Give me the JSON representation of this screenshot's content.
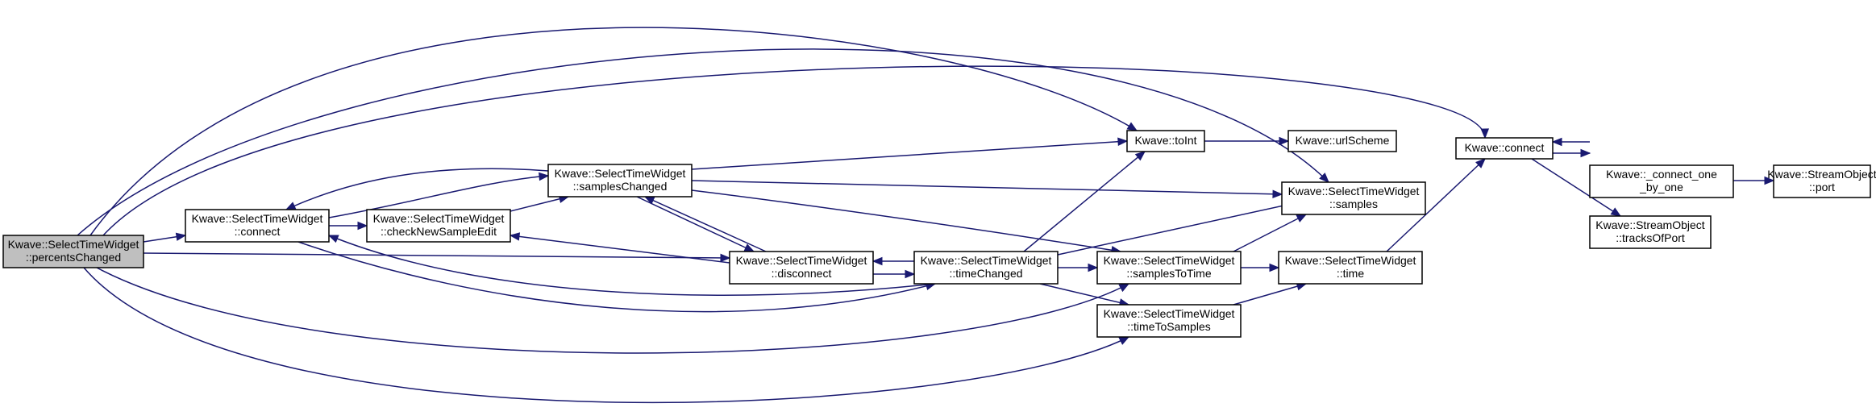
{
  "nodes": {
    "percentsChanged": {
      "lines": [
        "Kwave::SelectTimeWidget",
        "::percentsChanged"
      ],
      "root": true
    },
    "connect_stw": {
      "lines": [
        "Kwave::SelectTimeWidget",
        "::connect"
      ]
    },
    "checkNewSampleEdit": {
      "lines": [
        "Kwave::SelectTimeWidget",
        "::checkNewSampleEdit"
      ]
    },
    "samplesChanged": {
      "lines": [
        "Kwave::SelectTimeWidget",
        "::samplesChanged"
      ]
    },
    "disconnect": {
      "lines": [
        "Kwave::SelectTimeWidget",
        "::disconnect"
      ]
    },
    "timeChanged": {
      "lines": [
        "Kwave::SelectTimeWidget",
        "::timeChanged"
      ]
    },
    "toInt": {
      "lines": [
        "Kwave::toInt"
      ]
    },
    "urlScheme": {
      "lines": [
        "Kwave::urlScheme"
      ]
    },
    "samples": {
      "lines": [
        "Kwave::SelectTimeWidget",
        "::samples"
      ]
    },
    "samplesToTime": {
      "lines": [
        "Kwave::SelectTimeWidget",
        "::samplesToTime"
      ]
    },
    "timeToSamples": {
      "lines": [
        "Kwave::SelectTimeWidget",
        "::timeToSamples"
      ]
    },
    "time": {
      "lines": [
        "Kwave::SelectTimeWidget",
        "::time"
      ]
    },
    "connect_kw": {
      "lines": [
        "Kwave::connect"
      ]
    },
    "connect_one_by_one": {
      "lines": [
        "Kwave::_connect_one",
        "_by_one"
      ]
    },
    "port": {
      "lines": [
        "Kwave::StreamObject",
        "::port"
      ]
    },
    "tracksOfPort": {
      "lines": [
        "Kwave::StreamObject",
        "::tracksOfPort"
      ]
    }
  },
  "edges": [
    [
      "percentsChanged",
      "connect_stw"
    ],
    [
      "percentsChanged",
      "toInt"
    ],
    [
      "percentsChanged",
      "samples"
    ],
    [
      "percentsChanged",
      "connect_kw"
    ],
    [
      "percentsChanged",
      "disconnect"
    ],
    [
      "percentsChanged",
      "samplesToTime"
    ],
    [
      "percentsChanged",
      "timeToSamples"
    ],
    [
      "connect_stw",
      "checkNewSampleEdit"
    ],
    [
      "connect_stw",
      "samplesChanged"
    ],
    [
      "connect_stw",
      "timeChanged"
    ],
    [
      "samplesChanged",
      "connect_stw"
    ],
    [
      "samplesChanged",
      "toInt"
    ],
    [
      "samplesChanged",
      "samples"
    ],
    [
      "samplesChanged",
      "disconnect"
    ],
    [
      "samplesChanged",
      "samplesToTime"
    ],
    [
      "checkNewSampleEdit",
      "samplesChanged"
    ],
    [
      "disconnect",
      "checkNewSampleEdit"
    ],
    [
      "disconnect",
      "samplesChanged"
    ],
    [
      "disconnect",
      "timeChanged"
    ],
    [
      "timeChanged",
      "connect_stw"
    ],
    [
      "timeChanged",
      "disconnect"
    ],
    [
      "timeChanged",
      "toInt"
    ],
    [
      "timeChanged",
      "samples"
    ],
    [
      "timeChanged",
      "samplesToTime"
    ],
    [
      "timeChanged",
      "timeToSamples"
    ],
    [
      "toInt",
      "urlScheme"
    ],
    [
      "samplesToTime",
      "samples"
    ],
    [
      "samplesToTime",
      "time"
    ],
    [
      "timeToSamples",
      "time"
    ],
    [
      "time",
      "connect_kw"
    ],
    [
      "connect_kw",
      "connect_one_by_one"
    ],
    [
      "connect_kw",
      "tracksOfPort"
    ],
    [
      "connect_one_by_one",
      "connect_kw"
    ],
    [
      "connect_one_by_one",
      "port"
    ]
  ]
}
